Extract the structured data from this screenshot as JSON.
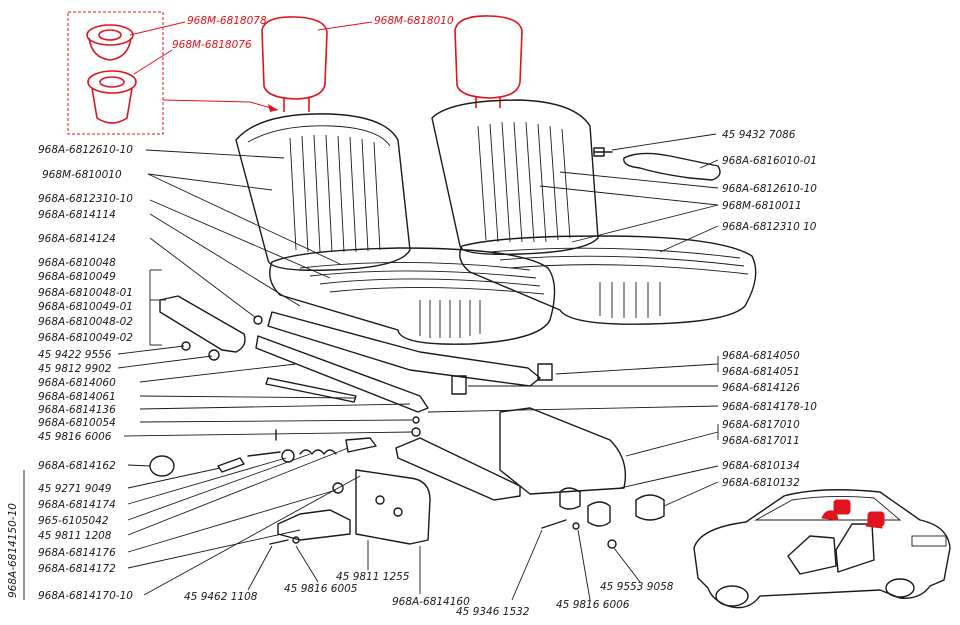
{
  "labels": {
    "r_clip_top": "968М-6818078",
    "r_clip_bottom": "968М-6818076",
    "r_headrest": "968М-6818010",
    "l1": "968А-6812610-10",
    "l2": "968М-6810010",
    "l3": "968А-6812310-10",
    "l4": "968А-6814114",
    "l5": "968А-6814124",
    "l6": "968А-6810048",
    "l7": "968А-6810049",
    "l8": "968А-6810048-01",
    "l9": "968А-6810049-01",
    "l10": "968А-6810048-02",
    "l11": "968А-6810049-02",
    "l12": "45 9422 9556",
    "l13": "45 9812 9902",
    "l14": "968А-6814060",
    "l15": "968А-6814061",
    "l16": "968А-6814136",
    "l17": "968А-6810054",
    "l18": "45 9816 6006",
    "l19": "968А-6814162",
    "l20": "45 9271 9049",
    "l21": "968А-6814174",
    "l22": "965-6105042",
    "l23": "45 9811 1208",
    "l24": "968А-6814176",
    "l25": "968А-6814172",
    "l26": "968А-6814170-10",
    "vert": "968А-6814150-10",
    "b1": "45 9462 1108",
    "b2": "45 9816 6005",
    "b3": "45 9811 1255",
    "b4": "968А-6814160",
    "b5": "45 9346 1532",
    "b6": "45 9816 6006",
    "b7": "45 9553 9058",
    "rr1": "45 9432 7086",
    "rr2": "968А-6816010-01",
    "rr3": "968А-6812610-10",
    "rr4": "968М-6810011",
    "rr5": "968А-6812310 10",
    "rr6": "968А-6814050",
    "rr7": "968А-6814051",
    "rr8": "968А-6814126",
    "rr9": "968А-6814178-10",
    "rr10": "968А-6817010",
    "rr11": "968А-6817011",
    "rr12": "968А-6810134",
    "rr13": "968А-6810132"
  },
  "colors": {
    "ink": "#1a1a1a",
    "highlight": "#e0141c",
    "paper": "#ffffff"
  }
}
